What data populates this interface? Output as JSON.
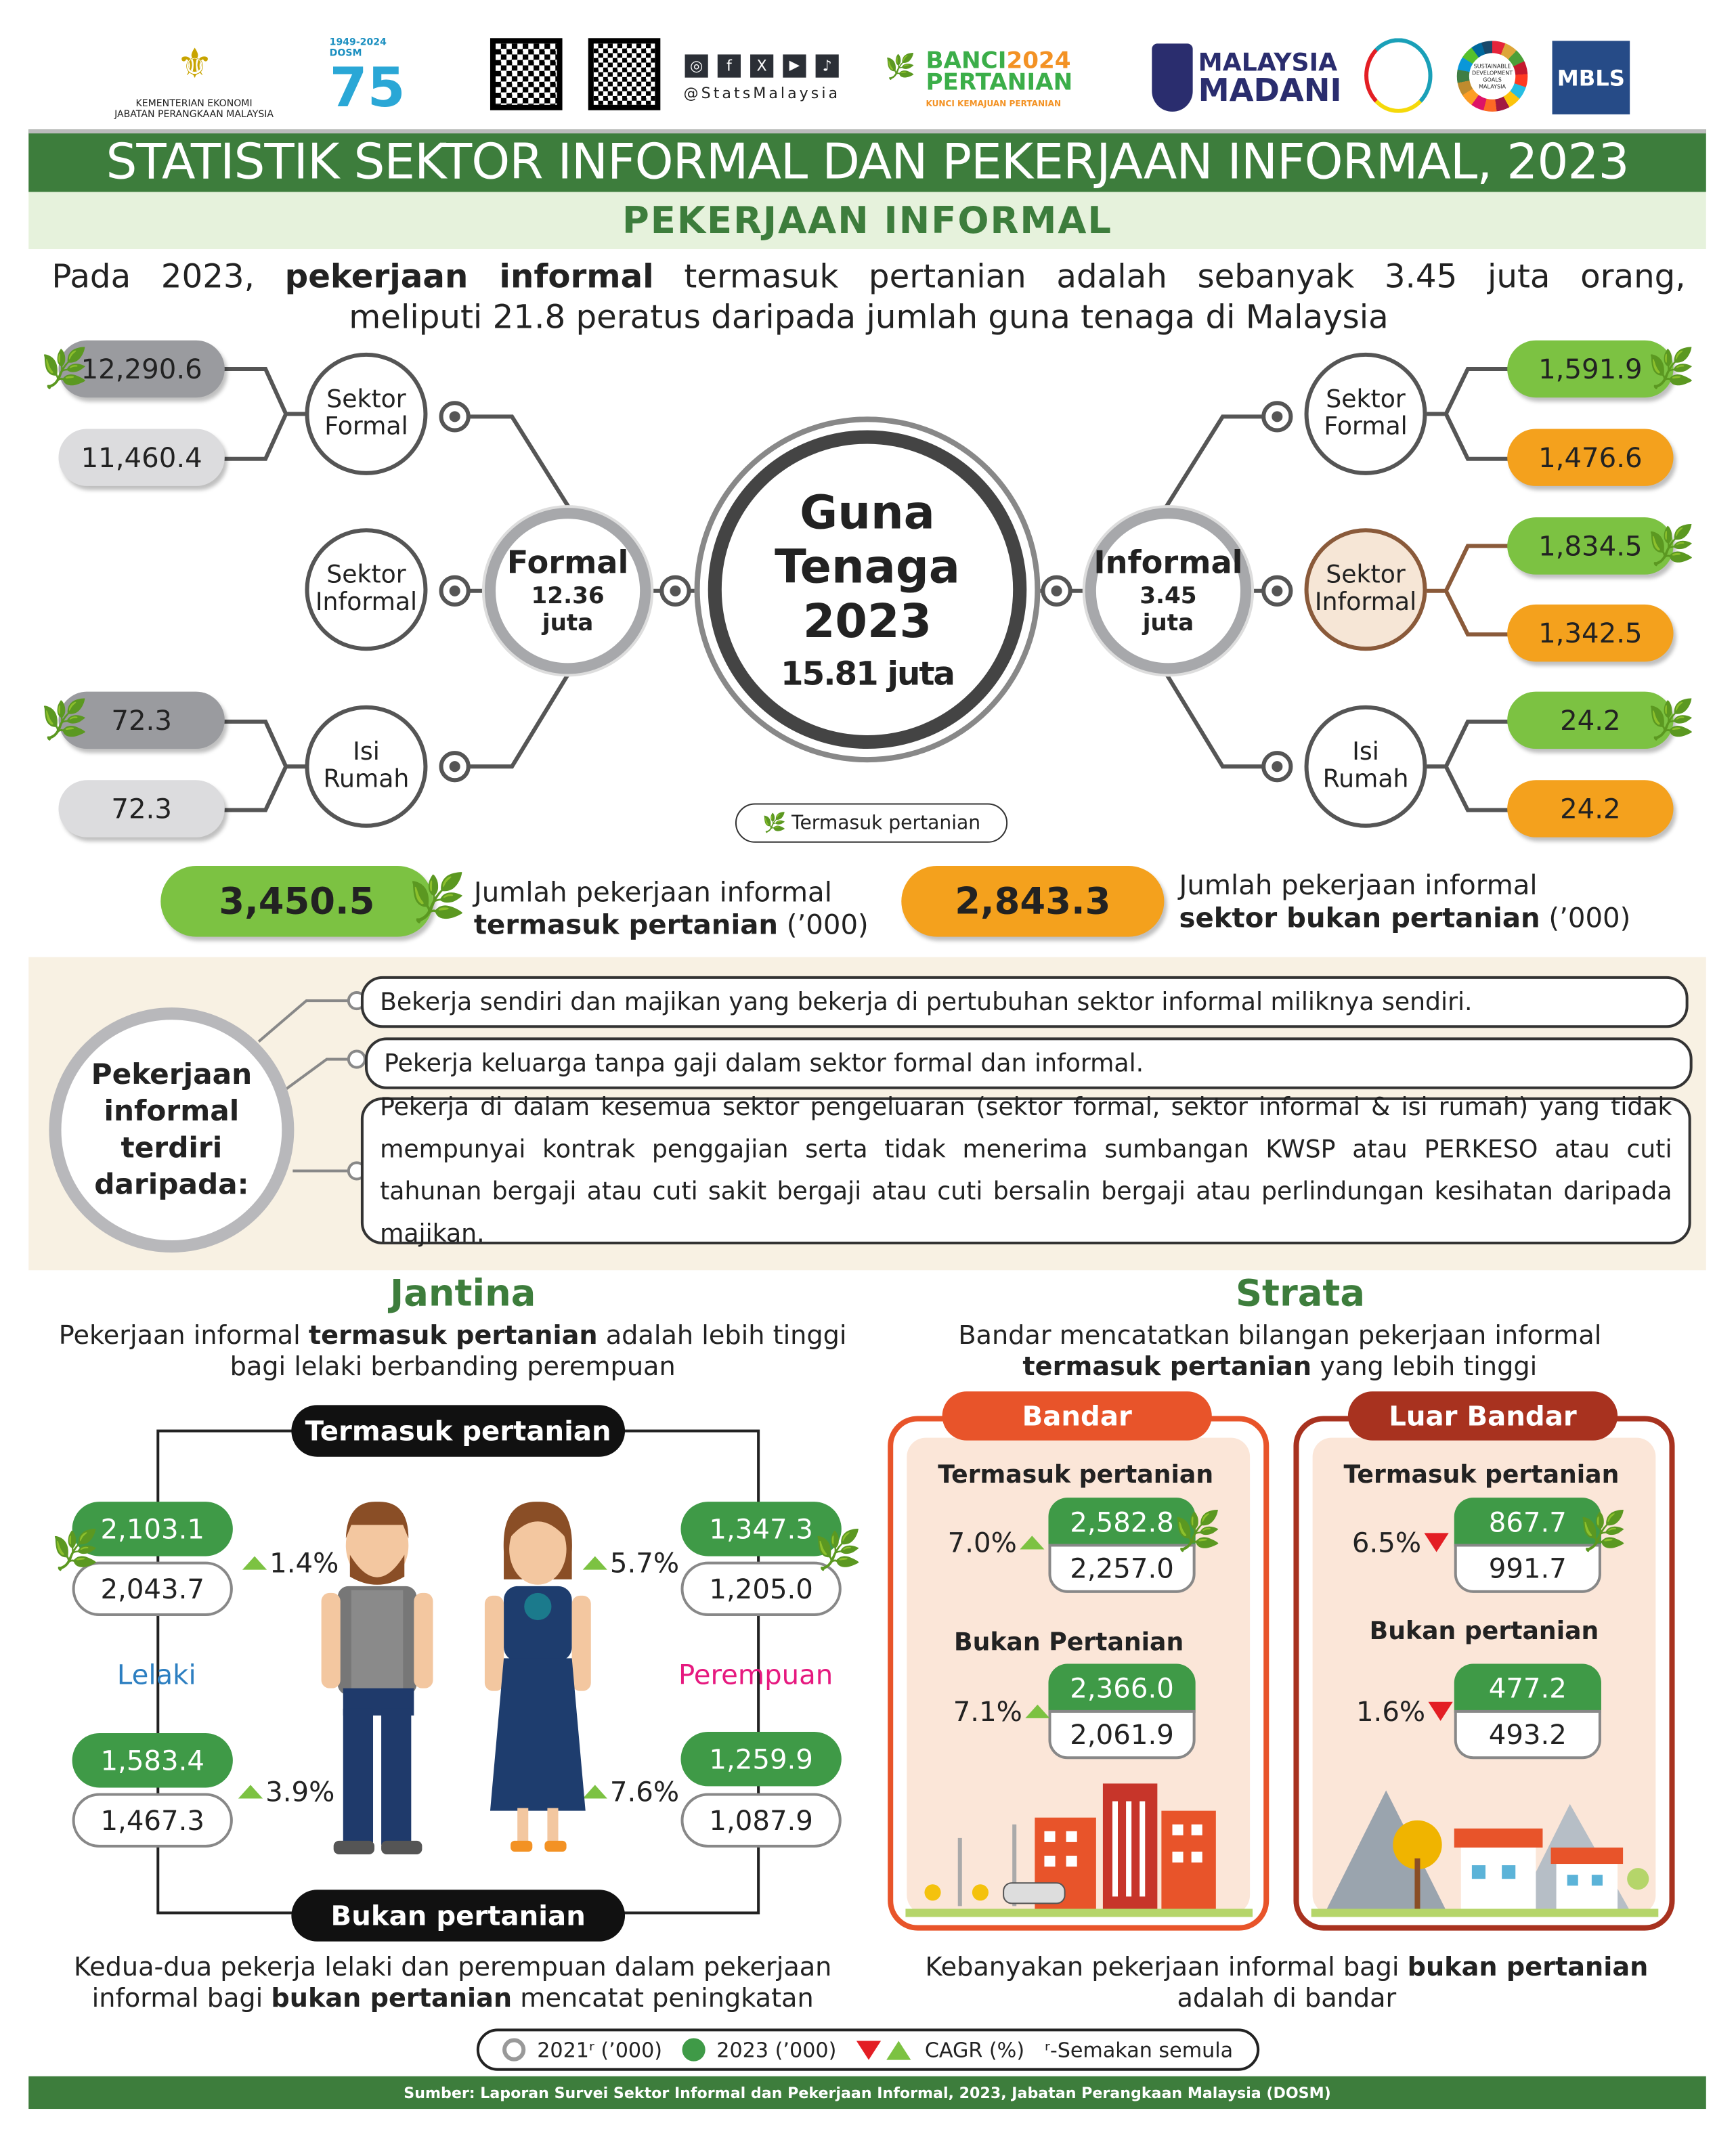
{
  "header": {
    "ministry_line1": "KEMENTERIAN EKONOMI",
    "ministry_line2": "JABATAN PERANGKAAN MALAYSIA",
    "dosm_years": "1949-2024 DOSM",
    "dosm_number": "75",
    "social_handle": "@StatsMalaysia",
    "social_icons": [
      "instagram-icon",
      "facebook-icon",
      "x-icon",
      "youtube-icon",
      "tiktok-icon"
    ],
    "banci_line1": "BANCI",
    "banci_year": "2024",
    "banci_line2": "PERTANIAN",
    "banci_tagline": "KUNCI KEMAJUAN PERTANIAN",
    "madani_line1": "MALAYSIA",
    "madani_line2": "MADANI",
    "sdg_label": "SUSTAINABLE DEVELOPMENT GOALS MALAYSIA",
    "mbls": "MBLS"
  },
  "title": "STATISTIK SEKTOR INFORMAL DAN PEKERJAAN INFORMAL, 2023",
  "subtitle": "PEKERJAAN INFORMAL",
  "intro": {
    "pre": "Pada 2023, ",
    "bold": "pekerjaan informal",
    "post": " termasuk pertanian adalah sebanyak 3.45 juta orang,",
    "line2": "meliputi 21.8 peratus daripada jumlah guna tenaga di Malaysia"
  },
  "center": {
    "l1": "Guna",
    "l2": "Tenaga",
    "l3": "2023",
    "value": "15.81 juta"
  },
  "formal": {
    "label": "Formal",
    "value": "12.36",
    "unit": "juta"
  },
  "informal": {
    "label": "Informal",
    "value": "3.45",
    "unit": "juta"
  },
  "left_nodes": [
    {
      "label1": "Sektor",
      "label2": "Formal",
      "v2023": "12,290.6",
      "v2021": "11,460.4"
    },
    {
      "label1": "Sektor",
      "label2": "Informal"
    },
    {
      "label1": "Isi",
      "label2": "Rumah",
      "v2023": "72.3",
      "v2021": "72.3"
    }
  ],
  "right_nodes": [
    {
      "label1": "Sektor",
      "label2": "Formal",
      "incl": "1,591.9",
      "excl": "1,476.6"
    },
    {
      "label1": "Sektor",
      "label2": "Informal",
      "incl": "1,834.5",
      "excl": "1,342.5"
    },
    {
      "label1": "Isi",
      "label2": "Rumah",
      "incl": "24.2",
      "excl": "24.2"
    }
  ],
  "leaf_legend": "Termasuk pertanian",
  "totals": {
    "incl_value": "3,450.5",
    "incl_l1": "Jumlah pekerjaan informal",
    "incl_l2": "termasuk pertanian",
    "incl_unit": " (’000)",
    "excl_value": "2,843.3",
    "excl_l1": "Jumlah pekerjaan informal",
    "excl_l2": "sektor bukan pertanian",
    "excl_unit": " (’000)"
  },
  "composition": {
    "circle": [
      "Pekerjaan",
      "informal",
      "terdiri",
      "daripada:"
    ],
    "items": [
      "Bekerja sendiri dan majikan yang bekerja di pertubuhan sektor informal miliknya sendiri.",
      "Pekerja keluarga tanpa gaji dalam sektor formal dan informal.",
      "Pekerja di dalam kesemua sektor pengeluaran (sektor formal, sektor informal & isi rumah) yang tidak mempunyai kontrak penggajian serta tidak menerima sumbangan KWSP atau PERKESO atau cuti tahunan bergaji atau cuti sakit bergaji atau cuti bersalin bergaji atau perlindungan kesihatan daripada majikan."
    ]
  },
  "jantina": {
    "title": "Jantina",
    "desc_pre": "Pekerjaan informal ",
    "desc_bold": "termasuk pertanian",
    "desc_post": " adalah lebih tinggi",
    "desc_l2": "bagi lelaki berbanding perempuan",
    "top_label": "Termasuk pertanian",
    "bottom_label": "Bukan pertanian",
    "male": "Lelaki",
    "female": "Perempuan",
    "male_incl": {
      "v2023": "2,103.1",
      "v2021": "2,043.7",
      "cagr": "1.4%"
    },
    "male_excl": {
      "v2023": "1,583.4",
      "v2021": "1,467.3",
      "cagr": "3.9%"
    },
    "female_incl": {
      "v2023": "1,347.3",
      "v2021": "1,205.0",
      "cagr": "5.7%"
    },
    "female_excl": {
      "v2023": "1,259.9",
      "v2021": "1,087.9",
      "cagr": "7.6%"
    },
    "foot_l1": "Kedua-dua pekerja lelaki dan perempuan dalam pekerjaan",
    "foot_pre": "informal bagi ",
    "foot_bold": "bukan pertanian",
    "foot_post": " mencatat peningkatan"
  },
  "strata": {
    "title": "Strata",
    "desc_l1": "Bandar mencatatkan bilangan pekerjaan informal",
    "desc_bold": "termasuk pertanian",
    "desc_post": " yang lebih tinggi",
    "bandar": {
      "title": "Bandar",
      "incl_label": "Termasuk pertanian",
      "incl": {
        "v2023": "2,582.8",
        "v2021": "2,257.0",
        "cagr": "7.0%"
      },
      "excl_label": "Bukan Pertanian",
      "excl": {
        "v2023": "2,366.0",
        "v2021": "2,061.9",
        "cagr": "7.1%"
      }
    },
    "luar": {
      "title": "Luar Bandar",
      "incl_label": "Termasuk pertanian",
      "incl": {
        "v2023": "867.7",
        "v2021": "991.7",
        "cagr": "6.5%"
      },
      "excl_label": "Bukan pertanian",
      "excl": {
        "v2023": "477.2",
        "v2021": "493.2",
        "cagr": "1.6%"
      }
    },
    "foot_pre": "Kebanyakan pekerjaan informal bagi ",
    "foot_bold": "bukan pertanian",
    "foot_l2": "adalah di bandar"
  },
  "legend": {
    "y2021": "2021ʳ (’000)",
    "y2023": "2023 (’000)",
    "cagr": "CAGR (%)",
    "revised": "ʳ-Semakan semula"
  },
  "source": "Sumber: Laporan Survei Sektor Informal dan Pekerjaan Informal, 2023, Jabatan Perangkaan Malaysia (DOSM)",
  "colors": {
    "green": "#3d7d3c",
    "light_green": "#7cc242",
    "orange": "#f4a11d",
    "bandar": "#e8542a",
    "luar_bandar": "#a8321f",
    "beige": "#f8f1e3"
  }
}
